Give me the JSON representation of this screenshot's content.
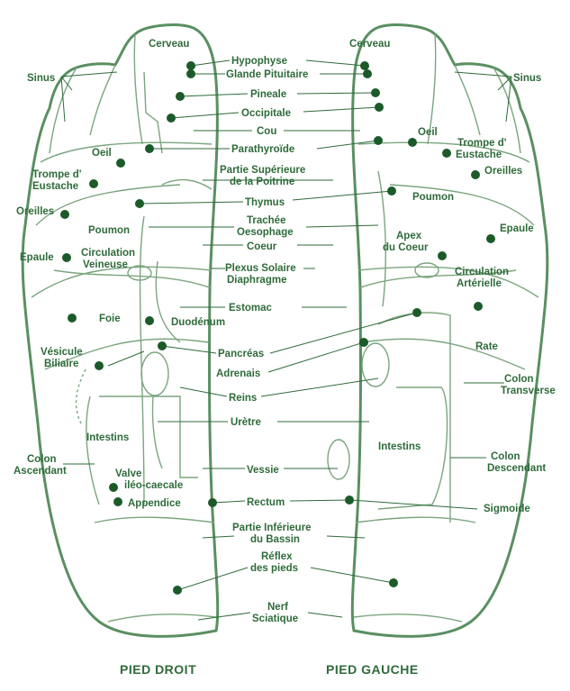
{
  "colors": {
    "ink": "#2f6b3a",
    "outline": "#5a8f62",
    "dot": "#1c5a2a",
    "background": "#ffffff"
  },
  "feet": {
    "right_title": "PIED DROIT",
    "left_title": "PIED GAUCHE"
  },
  "labels": {
    "cerveau_r": "Cerveau",
    "cerveau_l": "Cerveau",
    "sinus_r": "Sinus",
    "sinus_l": "Sinus",
    "hypophyse": "Hypophyse",
    "glande": "Glande Pituitaire",
    "pineale": "Pineale",
    "occipitale": "Occipitale",
    "cou": "Cou",
    "parathyroide": "Parathyroïde",
    "poitrine_1": "Partie Supérieure",
    "poitrine_2": "de la Poitrine",
    "thymus": "Thymus",
    "trachee": "Trachée",
    "oesophage": "Oesophage",
    "coeur": "Coeur",
    "plexus": "Plexus Solaire",
    "diaphragme": "Diaphragme",
    "estomac": "Estomac",
    "duodenum": "Duodénum",
    "pancreas": "Pancréas",
    "adrenais": "Adrenais",
    "reins": "Reins",
    "uretre": "Urètre",
    "vessie": "Vessie",
    "rectum": "Rectum",
    "bassin_1": "Partie Inférieure",
    "bassin_2": "du Bassin",
    "reflex_1": "Réflex",
    "reflex_2": "des pieds",
    "nerf_1": "Nerf",
    "nerf_2": "Sciatique",
    "oeil_r": "Oeil",
    "oeil_l": "Oeil",
    "trompe_r_1": "Trompe d'",
    "trompe_r_2": "Eustache",
    "trompe_l_1": "Trompe d'",
    "trompe_l_2": "Eustache",
    "oreilles_r": "Oreilles",
    "oreilles_l": "Oreilles",
    "poumon_r": "Poumon",
    "poumon_l": "Poumon",
    "epaule_r": "Epaule",
    "epaule_l": "Epaule",
    "circ_v_1": "Circulation",
    "circ_v_2": "Veineuse",
    "apex_1": "Apex",
    "apex_2": "du Coeur",
    "circ_a_1": "Circulation",
    "circ_a_2": "Artérielle",
    "foie": "Foie",
    "vesicule_1": "Vésicule",
    "vesicule_2": "Biliaire",
    "rate": "Rate",
    "colon_t_1": "Colon",
    "colon_t_2": "Transverse",
    "intestins_r": "Intestins",
    "intestins_l": "Intestins",
    "colon_a_1": "Colon",
    "colon_a_2": "Ascendant",
    "colon_d_1": "Colon",
    "colon_d_2": "Descendant",
    "valve_1": "Valve",
    "valve_2": "iléo-caecale",
    "appendice": "Appendice",
    "sigmoide": "Sigmoide"
  }
}
